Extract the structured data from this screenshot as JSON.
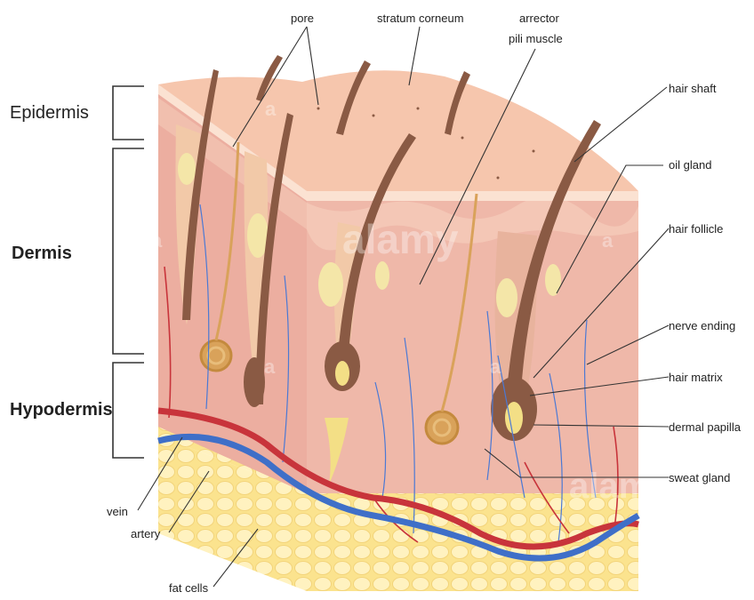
{
  "layers": {
    "epidermis": "Epidermis",
    "dermis": "Dermis",
    "hypodermis": "Hypodermis"
  },
  "labels": {
    "pore": "pore",
    "stratum_corneum": "stratum corneum",
    "arrector_line1": "arrector",
    "arrector_line2": "pili muscle",
    "hair_shaft": "hair shaft",
    "oil_gland": "oil gland",
    "hair_follicle": "hair follicle",
    "nerve_ending": "nerve ending",
    "hair_matrix": "hair matrix",
    "dermal_papilla": "dermal papilla",
    "sweat_gland": "sweat gland",
    "vein": "vein",
    "artery": "artery",
    "fat_cells": "fat cells"
  },
  "watermarks": {
    "big": "alamy",
    "small": "a"
  },
  "colors": {
    "skin_top": "#f6c2a6",
    "dermis": "#efb3a6",
    "dermis_dark": "#e29d92",
    "fat": "#fbe79a",
    "hair": "#8a5a44",
    "vein": "#3f6fc8",
    "artery": "#c8343b",
    "gland": "#f4e6a8"
  }
}
